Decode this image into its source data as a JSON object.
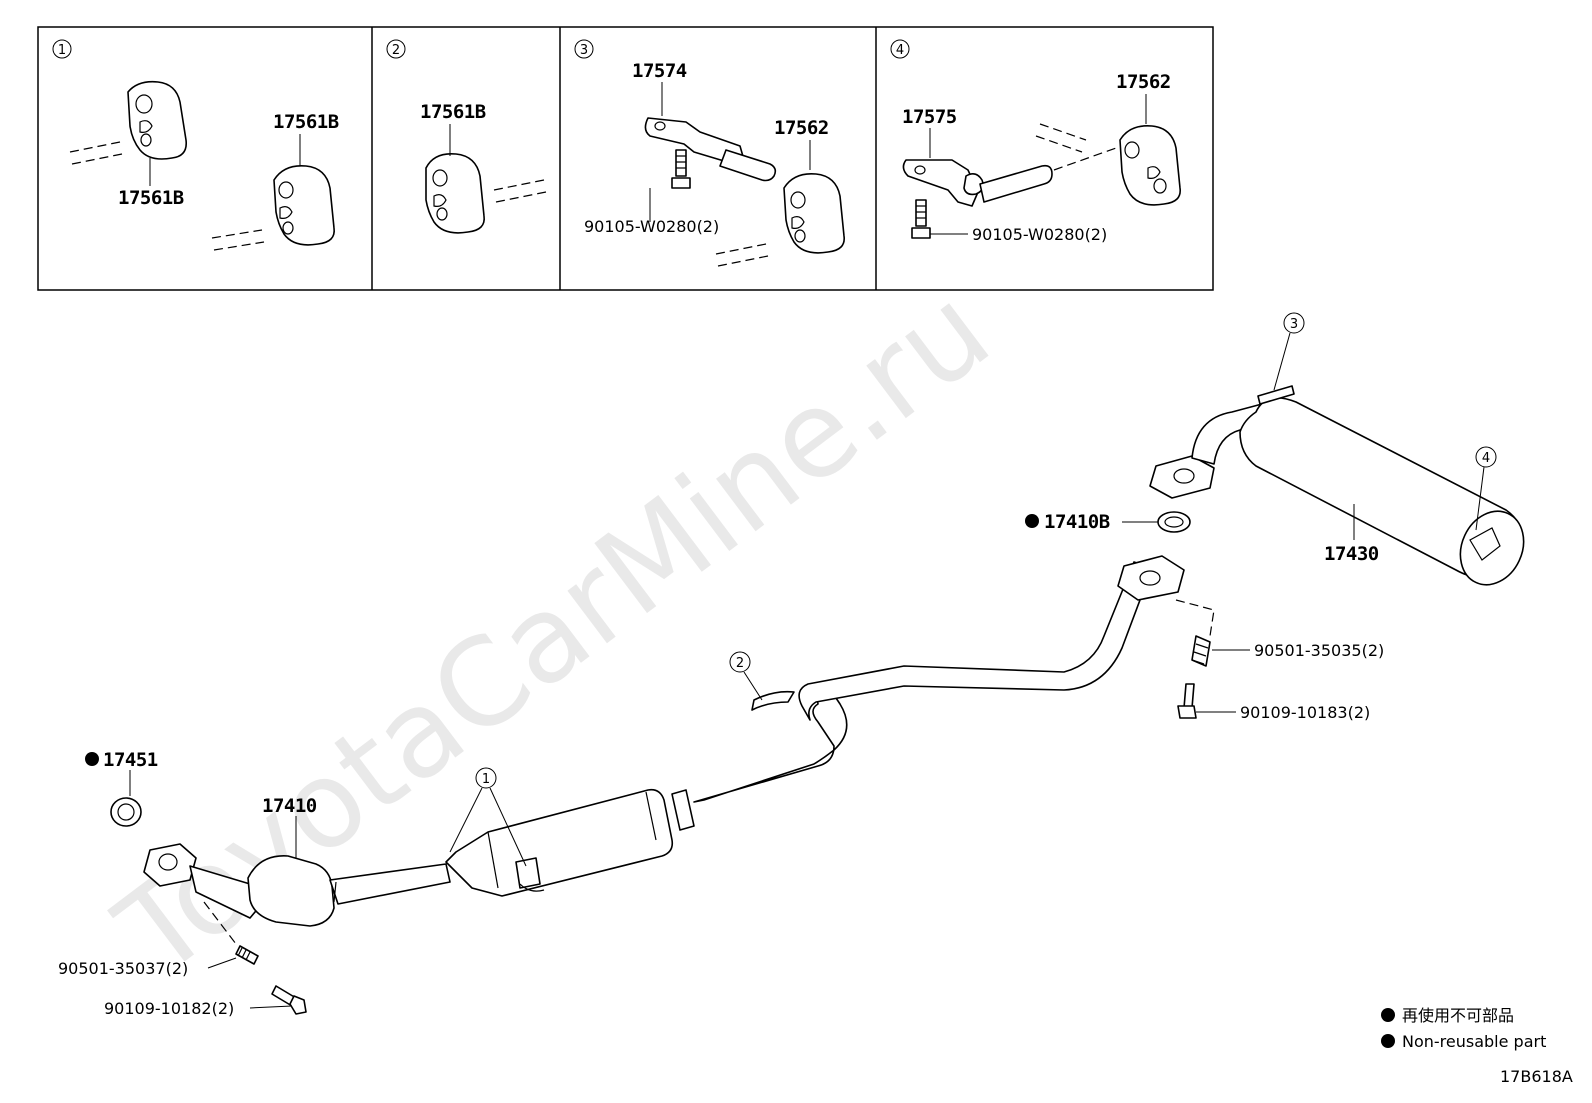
{
  "watermark": "ToyotaCarMine.ru",
  "diagram_code": "17B618A",
  "legend": {
    "jp": "再使用不可部品",
    "en": "Non-reusable part"
  },
  "boxes": [
    {
      "num": "1",
      "labels": [
        "17561B",
        "17561B"
      ]
    },
    {
      "num": "2",
      "labels": [
        "17561B"
      ]
    },
    {
      "num": "3",
      "labels": [
        "17574",
        "17562",
        "90105-W0280(2)"
      ]
    },
    {
      "num": "4",
      "labels": [
        "17575",
        "17562",
        "90105-W0280(2)"
      ]
    }
  ],
  "main": {
    "callouts": [
      "1",
      "2",
      "3",
      "4"
    ],
    "parts": {
      "p17451": "17451",
      "p17410": "17410",
      "p17410B": "17410B",
      "p17430": "17430",
      "p90501_35037": "90501-35037(2)",
      "p90109_10182": "90109-10182(2)",
      "p90501_35035": "90501-35035(2)",
      "p90109_10183": "90109-10183(2)"
    }
  }
}
